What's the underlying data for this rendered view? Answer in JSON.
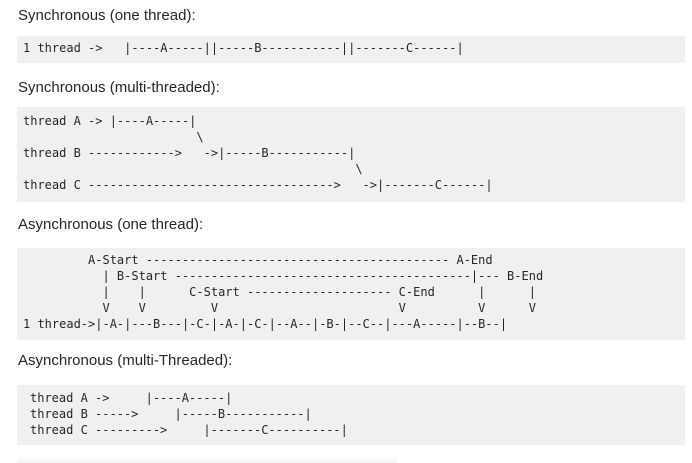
{
  "sections": [
    {
      "heading": "Synchronous (one thread):",
      "lines": [
        "1 thread ->   |----A-----||-----B-----------||-------C------|"
      ]
    },
    {
      "heading": "Synchronous (multi-threaded):",
      "lines": [
        "thread A -> |----A-----|",
        "                        \\",
        "thread B ------------>   ->|-----B-----------|",
        "                                              \\",
        "thread C ---------------------------------->   ->|-------C------|"
      ]
    },
    {
      "heading": "Asynchronous (one thread):",
      "lines": [
        "         A-Start ------------------------------------------ A-End",
        "           | B-Start -----------------------------------------|--- B-End",
        "           |    |      C-Start -------------------- C-End      |      |",
        "           V    V         V                         V          V      V",
        "1 thread->|-A-|---B---|-C-|-A-|-C-|--A--|-B-|--C--|---A-----|--B--|"
      ]
    },
    {
      "heading": "Asynchronous (multi-Threaded):",
      "lines": [
        "thread A ->     |----A-----|",
        "thread B ----->     |-----B-----------|",
        "thread C --------->     |-------C----------|"
      ]
    }
  ]
}
